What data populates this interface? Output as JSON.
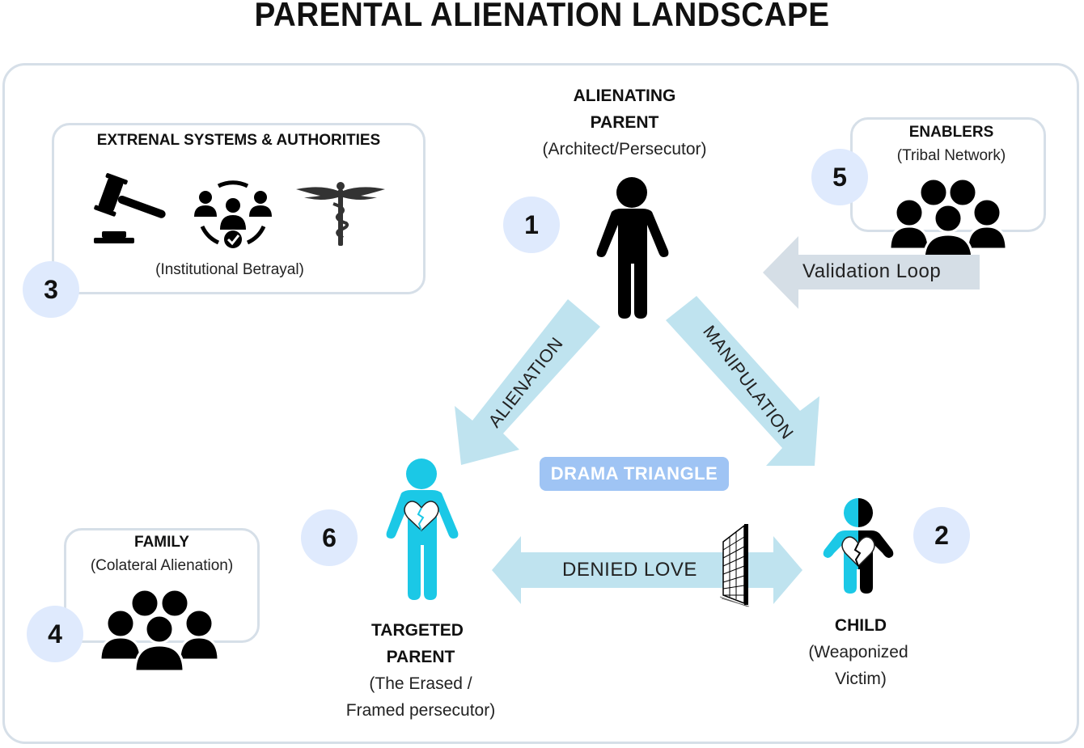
{
  "title": "PARENTAL ALIENATION LANDSCAPE",
  "colors": {
    "frame_border": "#d6dfe8",
    "badge_fill": "#dfeafd",
    "arrow_blue": "#bfe3ef",
    "arrow_gray": "#d5dee6",
    "targeted_parent_cyan": "#1bc8e6",
    "drama_triangle_fill": "#9fc4f4"
  },
  "nodes": {
    "alienating_parent": {
      "badge": "1",
      "title_line1": "ALIENATING",
      "title_line2": "PARENT",
      "subtitle": "(Architect/Persecutor)",
      "icon": "person-icon"
    },
    "child": {
      "badge": "2",
      "title": "CHILD",
      "subtitle_line1": "(Weaponized",
      "subtitle_line2": "Victim)",
      "icon": "child-broken-heart-icon"
    },
    "external_systems": {
      "badge": "3",
      "title": "EXTRENAL SYSTEMS & AUTHORITIES",
      "subtitle": "(Institutional Betrayal)",
      "icons": [
        "gavel-icon",
        "social-services-icon",
        "caduceus-icon"
      ]
    },
    "family": {
      "badge": "4",
      "title": "FAMILY",
      "subtitle": "(Colateral Alienation)",
      "icon": "group-icon"
    },
    "enablers": {
      "badge": "5",
      "title": "ENABLERS",
      "subtitle": "(Tribal Network)",
      "icon": "group-icon"
    },
    "targeted_parent": {
      "badge": "6",
      "title_line1": "TARGETED",
      "title_line2": "PARENT",
      "subtitle_line1": "(The Erased /",
      "subtitle_line2": "Framed persecutor)",
      "icon": "person-broken-heart-icon"
    }
  },
  "arrows": {
    "alienation": "ALIENATION",
    "manipulation": "MANIPULATION",
    "validation_loop": "Validation Loop",
    "denied_love": "DENIED LOVE"
  },
  "center_label": "DRAMA TRIANGLE"
}
